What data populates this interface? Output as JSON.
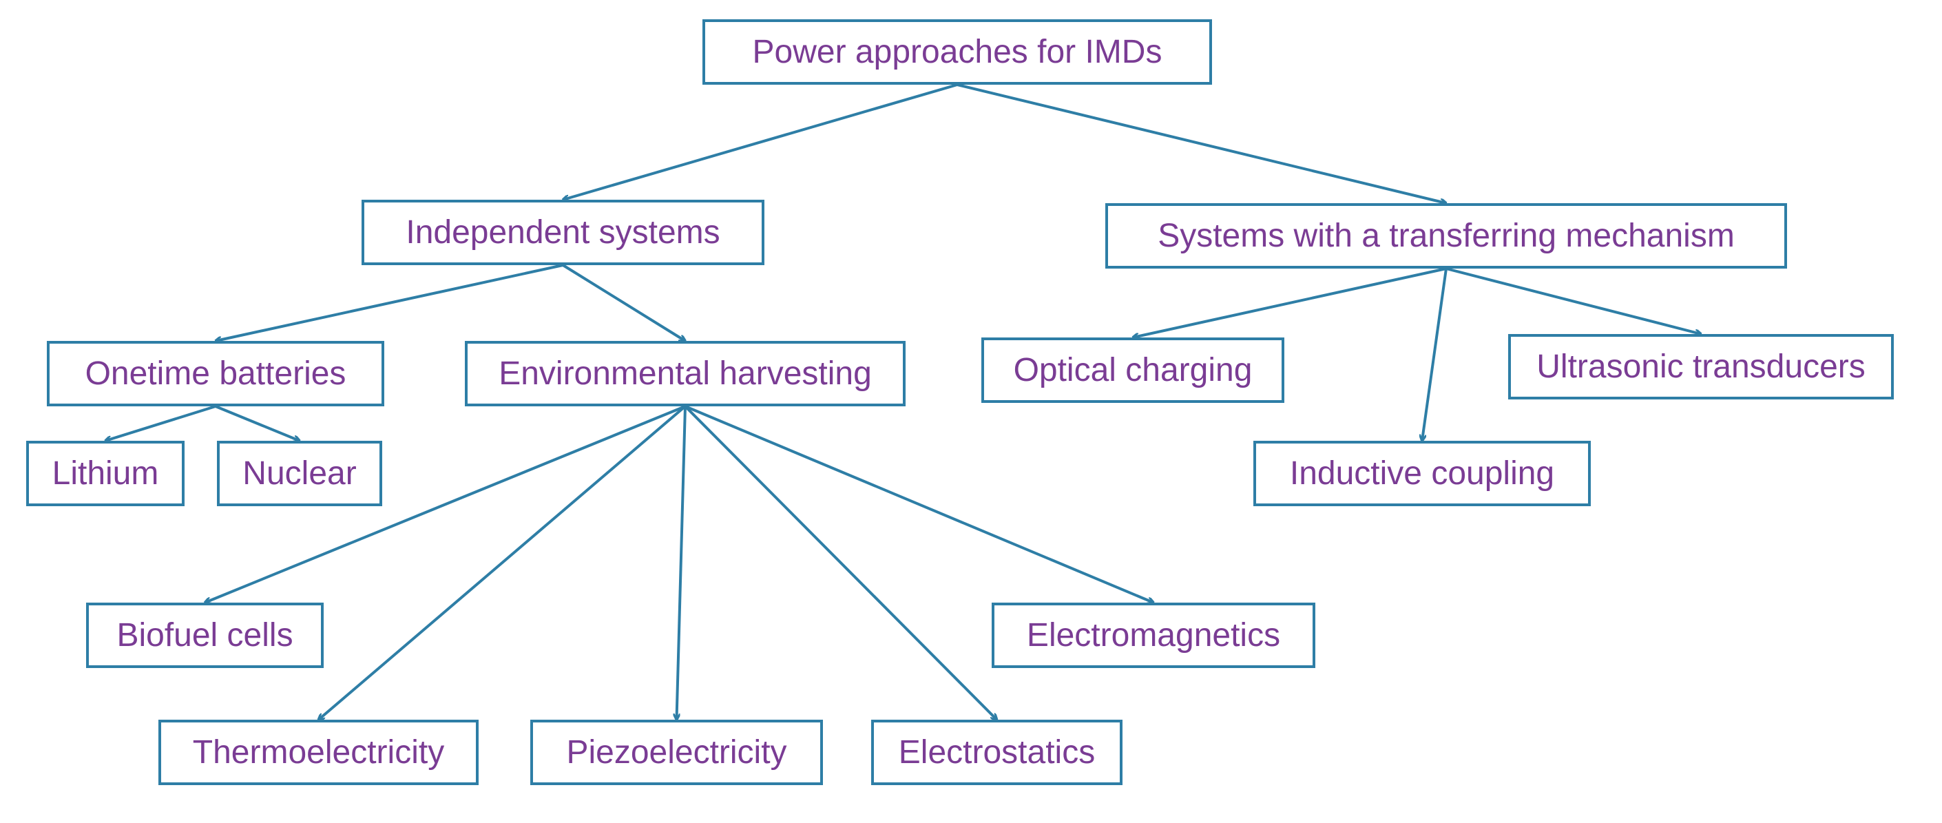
{
  "colors": {
    "border": "#2e7ea6",
    "text": "#7a3c94",
    "edge": "#2e7ea6"
  },
  "nodes": {
    "root": "Power approaches for IMDs",
    "independent": "Independent systems",
    "transferring": "Systems with a transferring mechanism",
    "onetime": "Onetime batteries",
    "environmental": "Environmental harvesting",
    "optical": "Optical charging",
    "ultrasonic": "Ultrasonic transducers",
    "inductive": "Inductive coupling",
    "lithium": "Lithium",
    "nuclear": "Nuclear",
    "biofuel": "Biofuel cells",
    "electromagnetics": "Electromagnetics",
    "thermo": "Thermoelectricity",
    "piezo": "Piezoelectricity",
    "electrostatics": "Electrostatics"
  },
  "edges": [
    [
      "root",
      "independent"
    ],
    [
      "root",
      "transferring"
    ],
    [
      "independent",
      "onetime"
    ],
    [
      "independent",
      "environmental"
    ],
    [
      "onetime",
      "lithium"
    ],
    [
      "onetime",
      "nuclear"
    ],
    [
      "environmental",
      "biofuel"
    ],
    [
      "environmental",
      "thermo"
    ],
    [
      "environmental",
      "piezo"
    ],
    [
      "environmental",
      "electrostatics"
    ],
    [
      "environmental",
      "electromagnetics"
    ],
    [
      "transferring",
      "optical"
    ],
    [
      "transferring",
      "inductive"
    ],
    [
      "transferring",
      "ultrasonic"
    ]
  ]
}
